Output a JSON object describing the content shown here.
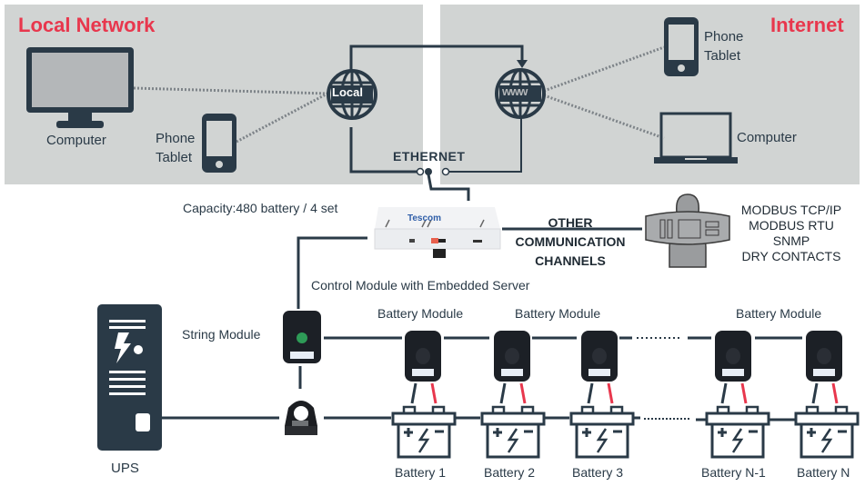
{
  "zones": {
    "local": {
      "title": "Local Network"
    },
    "internet": {
      "title": "Internet"
    }
  },
  "local_network": {
    "computer_label": "Computer",
    "phone_label_line1": "Phone",
    "phone_label_line2": "Tablet",
    "globe_label": "Local"
  },
  "internet_zone": {
    "phone_label_line1": "Phone",
    "phone_label_line2": "Tablet",
    "computer_label": "Computer",
    "globe_label": "www"
  },
  "ethernet": {
    "label": "ETHERNET"
  },
  "control_module": {
    "capacity": "Capacity:480 battery / 4 set",
    "brand": "Tescom",
    "caption": "Control Module with Embedded Server"
  },
  "other_channels": {
    "line1": "OTHER",
    "line2": "COMMUNICATION",
    "line3": "CHANNELS",
    "protocols": [
      "MODBUS TCP/IP",
      "MODBUS RTU",
      "SNMP",
      "DRY CONTACTS"
    ]
  },
  "string_module": {
    "label": "String Module"
  },
  "ups": {
    "label": "UPS"
  },
  "battery_module_labels": [
    "Battery Module",
    "Battery Module",
    "Battery Module"
  ],
  "batteries": [
    {
      "label": "Battery 1"
    },
    {
      "label": "Battery 2"
    },
    {
      "label": "Battery 3"
    },
    {
      "label": "Battery N-1"
    },
    {
      "label": "Battery N"
    }
  ],
  "colors": {
    "accent_red": "#e8374d",
    "dark_navy": "#2a3a47",
    "panel_gray": "#d1d4d3"
  }
}
